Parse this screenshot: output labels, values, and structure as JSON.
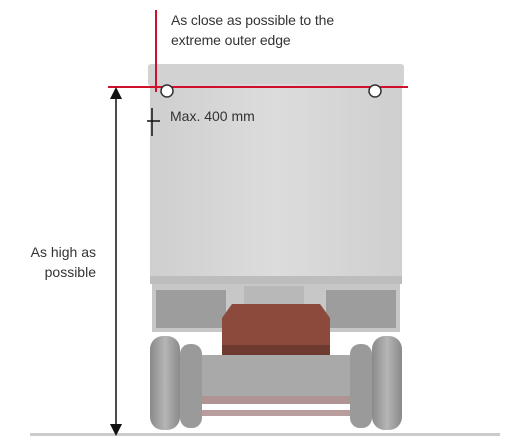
{
  "annotations": {
    "outer_edge_line1": "As close as possible to the",
    "outer_edge_line2": "extreme outer edge",
    "max_distance": "Max. 400 mm",
    "height_line1": "As high as",
    "height_line2": "possible"
  },
  "colors": {
    "marker_line": "#d0102a",
    "dimension_arrow": "#111111",
    "body_fill": "#d9d9d9",
    "body_shade": "#c4c4c4",
    "chassis_dark": "#7a7a7a",
    "brown_part": "#8b4a3c",
    "ground": "#cccccc",
    "text": "#333333"
  }
}
